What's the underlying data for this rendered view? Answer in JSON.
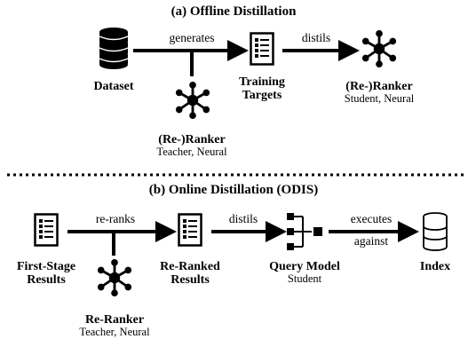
{
  "offline": {
    "title": "(a) Offline Distillation",
    "dataset_label": "Dataset",
    "edge_generates": "generates",
    "targets_label_line1": "Training",
    "targets_label_line2": "Targets",
    "edge_distils": "distils",
    "student_label": "(Re-)Ranker",
    "student_sub": "Student, Neural",
    "teacher_label": "(Re-)Ranker",
    "teacher_sub": "Teacher, Neural"
  },
  "online": {
    "title": "(b) Online Distillation (ODIS)",
    "first_stage_line1": "First-Stage",
    "first_stage_line2": "Results",
    "edge_reranks": "re-ranks",
    "reranked_line1": "Re-Ranked",
    "reranked_line2": "Results",
    "edge_distils": "distils",
    "query_model_label": "Query Model",
    "query_model_sub": "Student",
    "edge_executes": "executes",
    "edge_against": "against",
    "index_label": "Index",
    "teacher_label": "Re-Ranker",
    "teacher_sub": "Teacher, Neural"
  },
  "icons": {
    "dataset": "database-icon",
    "document": "document-list-icon",
    "ranker": "network-hub-icon",
    "query_model": "query-model-icon",
    "index": "index-database-icon"
  }
}
